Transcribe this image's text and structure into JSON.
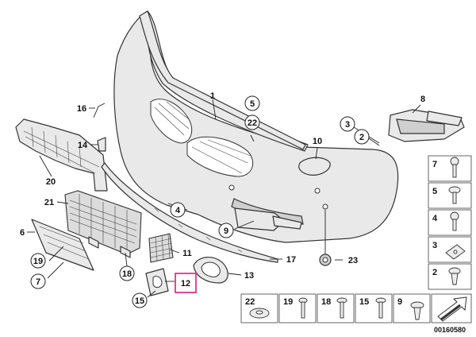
{
  "callouts": {
    "c1": "1",
    "c2": "2",
    "c3": "3",
    "c4": "4",
    "c5": "5",
    "c6": "6",
    "c7": "7",
    "c8": "8",
    "c9": "9",
    "c10": "10",
    "c11": "11",
    "c12": "12",
    "c13": "13",
    "c14": "14",
    "c15": "15",
    "c16": "16",
    "c17": "17",
    "c18": "18",
    "c19": "19",
    "c20": "20",
    "c21": "21",
    "c22": "22",
    "c23": "23"
  },
  "side_legend": [
    "7",
    "5",
    "4",
    "3",
    "2"
  ],
  "bottom_legend": [
    "22",
    "19",
    "18",
    "15",
    "9"
  ],
  "diagram_id": "00160580",
  "highlight_color": "#e0338a"
}
